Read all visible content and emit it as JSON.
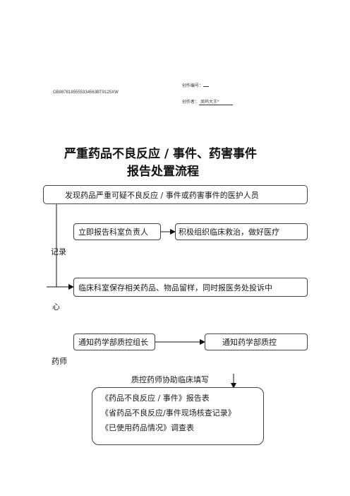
{
  "header": {
    "doc_code": "GB8878185555334563BT9125XW",
    "id_label": "创作编号：",
    "id_value": "",
    "author_label": "创作者：",
    "author_value": "凤呜大王*"
  },
  "title": {
    "line1": "严重药品不良反应 / 事件、药害事件",
    "line2": "报告处置流程"
  },
  "flow": {
    "step1": "发现药品严重可疑不良反应 / 事件或药害事件的医护人员",
    "step2_left": "立即报告科室负责人",
    "step2_right": "积极组织临床救治，做好医疗",
    "step2_cont": "记录",
    "step3": "临床科室保存相关药品、物品留样，同时报医务处投诉中",
    "step3_cont": "心",
    "step4_left": "通知药学部质控组长",
    "step4_right": "通知药学部质控",
    "step4_cont": "药师",
    "step5_caption": "质控药师协助临床填写",
    "forms": [
      "《药品不良反应 / 事件》报告表",
      "《省药品不良反应/事件现场核查记录》",
      "《已使用药品情况》调查表"
    ]
  }
}
